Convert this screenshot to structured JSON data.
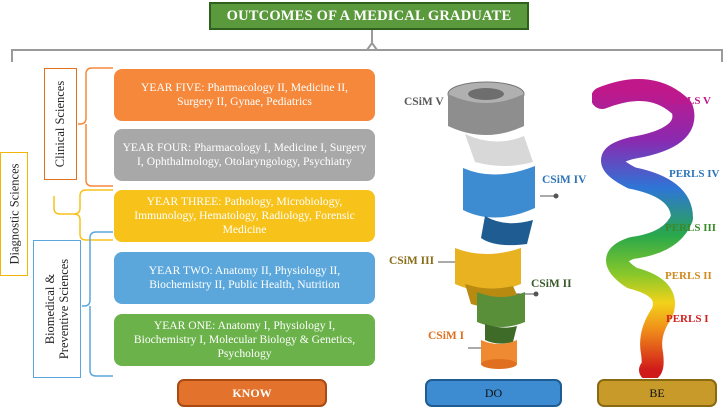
{
  "title": "OUTCOMES OF A MEDICAL GRADUATE",
  "years": [
    {
      "text": "YEAR FIVE: Pharmacology II, Medicine II, Surgery II, Gynae, Pediatrics",
      "color": "#f5883a"
    },
    {
      "text": "YEAR FOUR: Pharmacology I, Medicine I, Surgery I, Ophthalmology, Otolaryngology, Psychiatry",
      "color": "#a8a8a8"
    },
    {
      "text": "YEAR THREE: Pathology, Microbiology, Immunology, Hematology, Radiology, Forensic Medicine",
      "color": "#f7c21a"
    },
    {
      "text": "YEAR TWO: Anatomy II, Physiology II, Biochemistry II, Public Health, Nutrition",
      "color": "#5ba7dc"
    },
    {
      "text": "YEAR ONE: Anatomy I, Physiology I, Biochemistry I, Molecular Biology & Genetics, Psychology",
      "color": "#6bb24a"
    }
  ],
  "groups": {
    "clinical": "Clinical Sciences",
    "diagnostic": "Diagnostic Sciences",
    "biomedical_line1": "Biomedical &",
    "biomedical_line2": "Preventive Sciences"
  },
  "csim": [
    {
      "label": "CSiM V",
      "color": "#595959"
    },
    {
      "label": "CSiM IV",
      "color": "#2e75b6"
    },
    {
      "label": "CSiM III",
      "color": "#8a6d1a"
    },
    {
      "label": "CSiM II",
      "color": "#3a5a2a"
    },
    {
      "label": "CSiM I",
      "color": "#e07020"
    }
  ],
  "perls": [
    {
      "label": "PERLS V",
      "color": "#c0188a"
    },
    {
      "label": "PERLS IV",
      "color": "#2e75b6"
    },
    {
      "label": "PERLS III",
      "color": "#3a8a2a"
    },
    {
      "label": "PERLS II",
      "color": "#d08a20"
    },
    {
      "label": "PERLS I",
      "color": "#d02020"
    }
  ],
  "bottom": {
    "know": "KNOW",
    "do": "DO",
    "be": "BE"
  }
}
